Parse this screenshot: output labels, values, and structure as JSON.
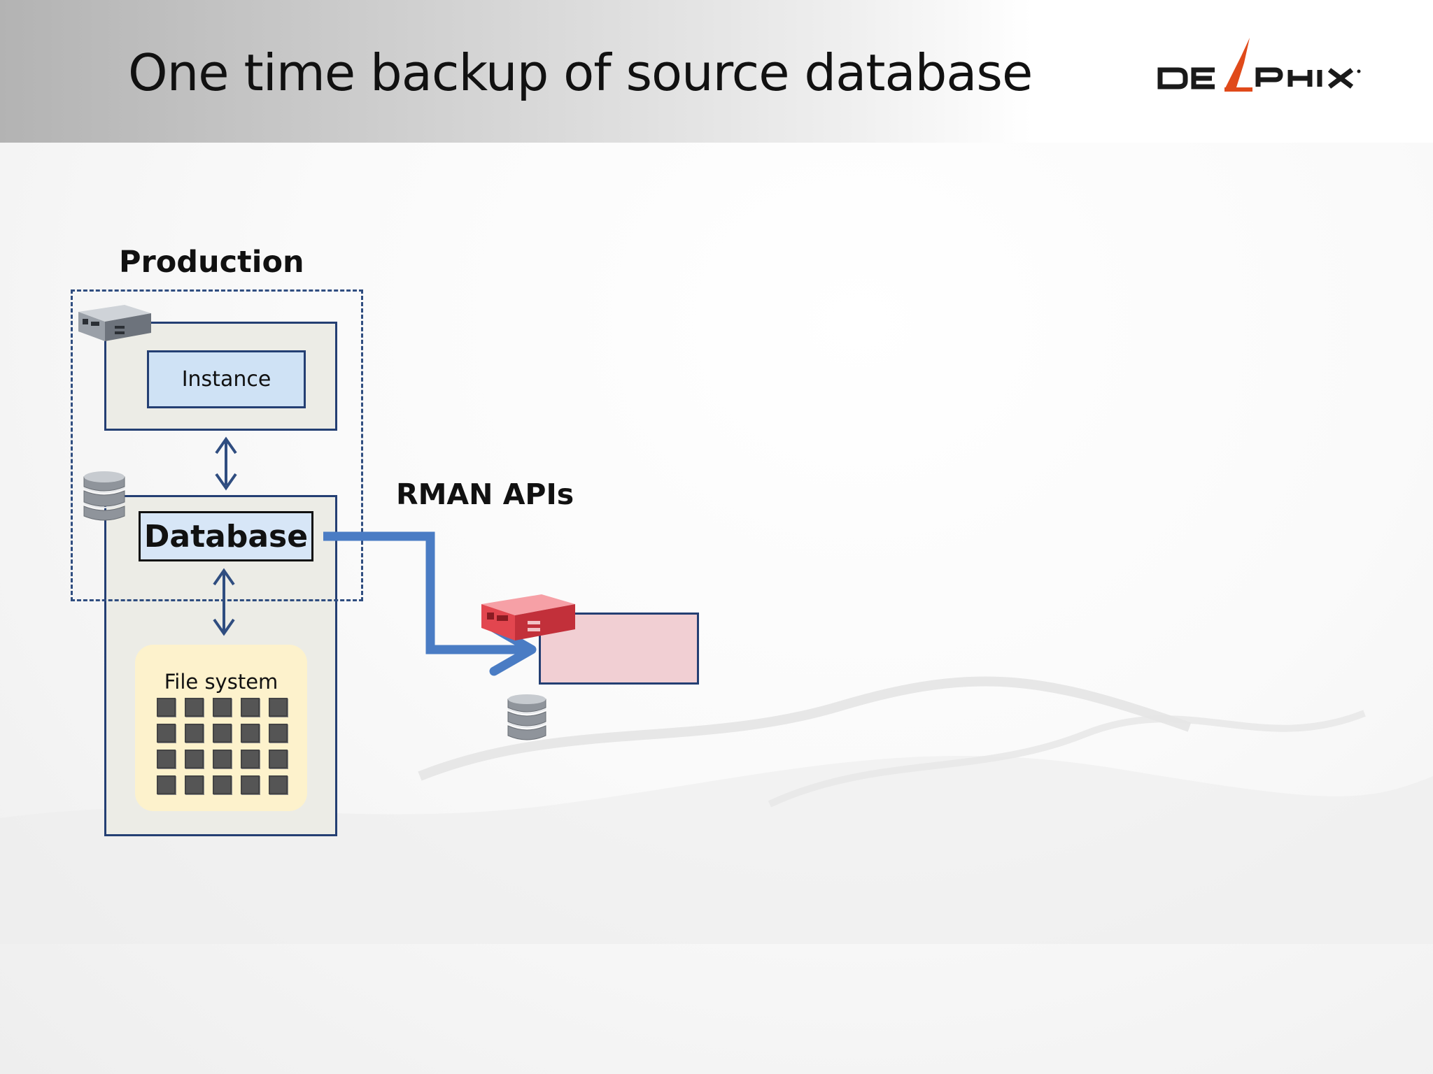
{
  "slide": {
    "title": "One time backup of source database",
    "logo_text": "DELPHIX"
  },
  "diagram": {
    "production_label": "Production",
    "instance_label": "Instance",
    "database_label": "Database",
    "filesystem_label": "File system",
    "rman_label": "RMAN APIs",
    "filesystem_grid": {
      "rows": 4,
      "cols": 5
    }
  },
  "colors": {
    "box_border": "#243f73",
    "arrow_blue": "#4a7cc4",
    "dash_border": "#2f4d80",
    "instance_fill": "#cfe2f5",
    "server_fill": "#ecece6",
    "filesystem_fill": "#fdf2cc",
    "target_fill": "#f1cfd3",
    "logo_accent": "#e04a1a"
  }
}
